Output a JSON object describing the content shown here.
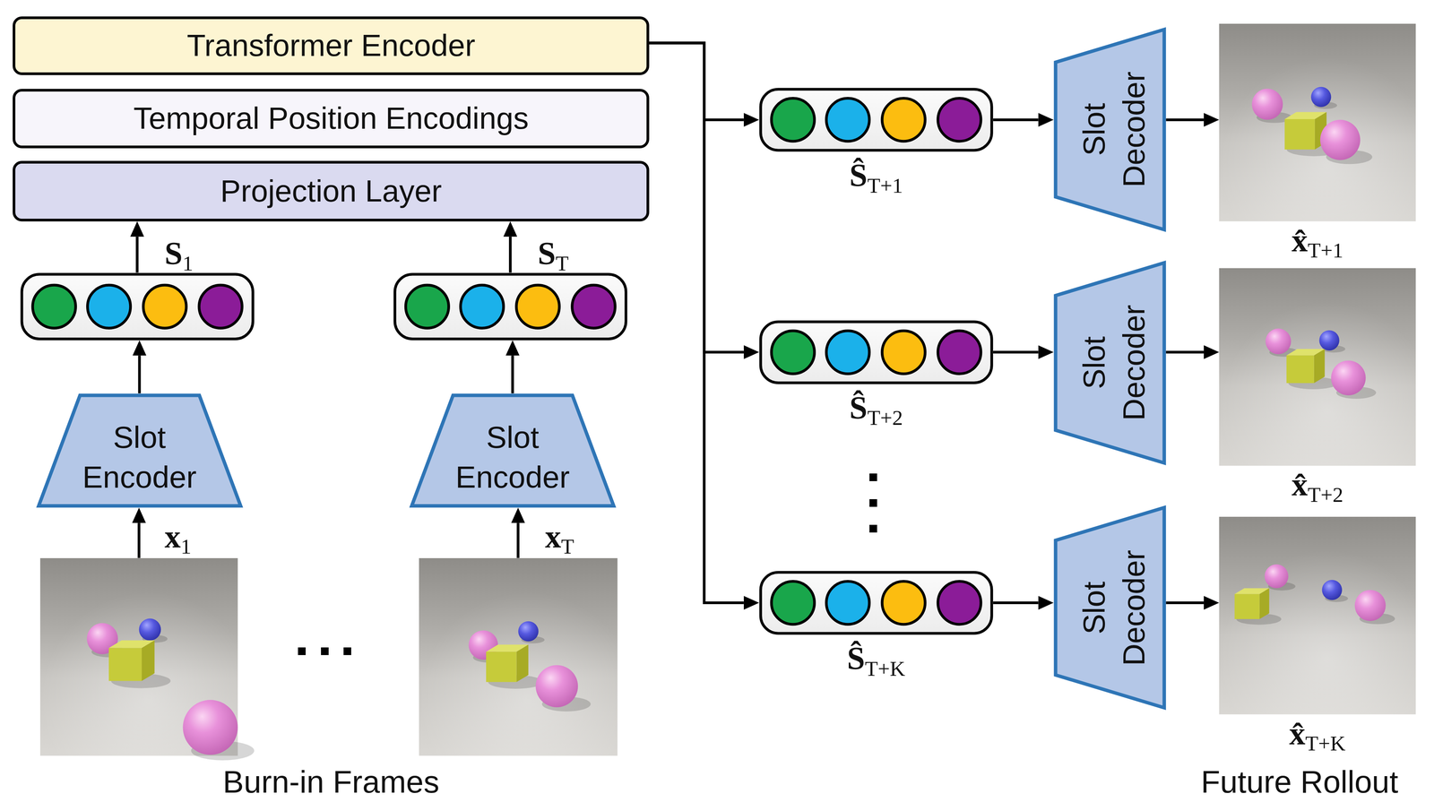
{
  "diagram": {
    "nodes": [
      {
        "text": [
          "Transformer Encoder"
        ]
      },
      {
        "text": [
          "Temporal Position Encodings"
        ]
      },
      {
        "text": [
          "Projection Layer"
        ]
      },
      {
        "text": [
          "S1"
        ]
      },
      {
        "text": [
          "ST"
        ]
      },
      {
        "text": [
          "Slot Encoder"
        ]
      },
      {
        "text": [
          "Slot Encoder"
        ]
      },
      {
        "text": [
          "x1"
        ]
      },
      {
        "text": [
          "xT"
        ]
      },
      {
        "text": [
          "ŜT+1"
        ]
      },
      {
        "text": [
          "Slot Decoder"
        ]
      },
      {
        "text": [
          "x̂T+1"
        ]
      },
      {
        "text": [
          "ŜT+2"
        ]
      },
      {
        "text": [
          "Slot Decoder"
        ]
      },
      {
        "text": [
          "x̂T+2"
        ]
      },
      {
        "text": [
          "ŜT+K"
        ]
      },
      {
        "text": [
          "Slot Decoder"
        ]
      },
      {
        "text": [
          "x̂T+K"
        ]
      }
    ],
    "edges": [
      {
        "from": 7,
        "to": 5,
        "arrow": "to"
      },
      {
        "from": 5,
        "to": 3,
        "arrow": "to"
      },
      {
        "from": 3,
        "to": 2,
        "arrow": "to"
      },
      {
        "from": 8,
        "to": 6,
        "arrow": "to"
      },
      {
        "from": 6,
        "to": 4,
        "arrow": "to"
      },
      {
        "from": 4,
        "to": 2,
        "arrow": "to"
      },
      {
        "from": 0,
        "to": 9,
        "arrow": "to"
      },
      {
        "from": 9,
        "to": 10,
        "arrow": "to"
      },
      {
        "from": 10,
        "to": 11,
        "arrow": "to"
      },
      {
        "from": 0,
        "to": 12,
        "arrow": "to"
      },
      {
        "from": 12,
        "to": 13,
        "arrow": "to"
      },
      {
        "from": 13,
        "to": 14,
        "arrow": "to"
      },
      {
        "from": 0,
        "to": 15,
        "arrow": "to"
      },
      {
        "from": 15,
        "to": 16,
        "arrow": "to"
      },
      {
        "from": 16,
        "to": 17,
        "arrow": "to"
      }
    ],
    "labels": [
      "Burn-in Frames",
      "Future Rollout"
    ]
  }
}
